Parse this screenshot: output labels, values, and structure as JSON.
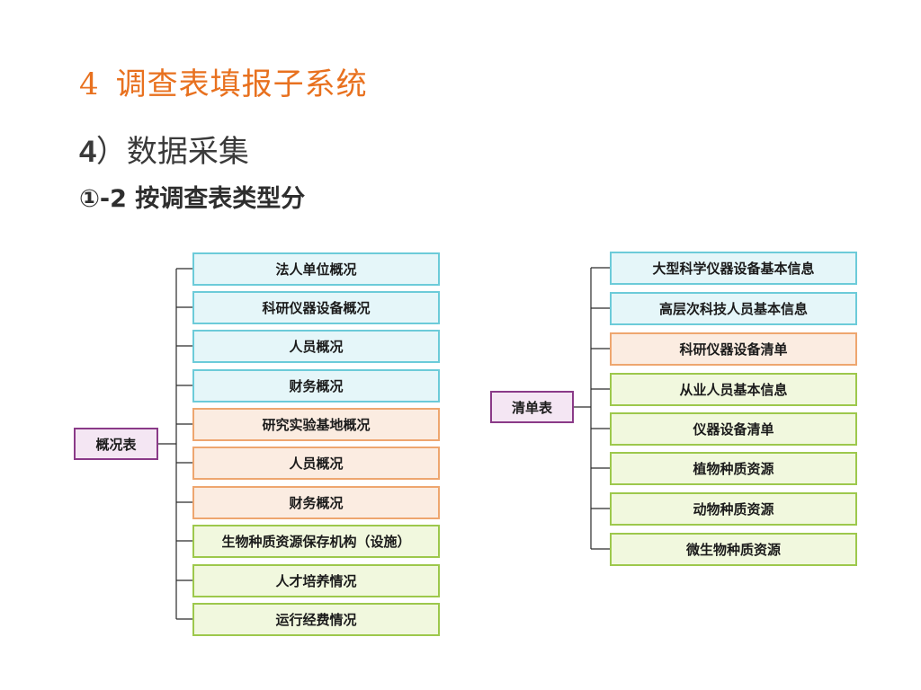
{
  "slide": {
    "heading_number": "4",
    "heading_text": "调查表填报子系统",
    "sub1_number": "4",
    "sub1_text": "）数据采集",
    "sub2": "①-2 按调查表类型分"
  },
  "left_tree": {
    "root": "概况表",
    "items": [
      {
        "label": "法人单位概况",
        "color": "#6ccbd9"
      },
      {
        "label": "科研仪器设备概况",
        "color": "#6ccbd9"
      },
      {
        "label": "人员概况",
        "color": "#6ccbd9"
      },
      {
        "label": "财务概况",
        "color": "#6ccbd9"
      },
      {
        "label": "研究实验基地概况",
        "color": "#eea66f"
      },
      {
        "label": "人员概况",
        "color": "#eea66f"
      },
      {
        "label": "财务概况",
        "color": "#eea66f"
      },
      {
        "label": "生物种质资源保存机构（设施）",
        "color": "#9dc84c"
      },
      {
        "label": "人才培养情况",
        "color": "#9dc84c"
      },
      {
        "label": "运行经费情况",
        "color": "#9dc84c"
      }
    ]
  },
  "right_tree": {
    "root": "清单表",
    "items": [
      {
        "label": "大型科学仪器设备基本信息",
        "color": "#6ccbd9"
      },
      {
        "label": "高层次科技人员基本信息",
        "color": "#6ccbd9"
      },
      {
        "label": "科研仪器设备清单",
        "color": "#eea66f"
      },
      {
        "label": "从业人员基本信息",
        "color": "#9dc84c"
      },
      {
        "label": "仪器设备清单",
        "color": "#9dc84c"
      },
      {
        "label": "植物种质资源",
        "color": "#9dc84c"
      },
      {
        "label": "动物种质资源",
        "color": "#9dc84c"
      },
      {
        "label": "微生物种质资源",
        "color": "#9dc84c"
      }
    ]
  }
}
